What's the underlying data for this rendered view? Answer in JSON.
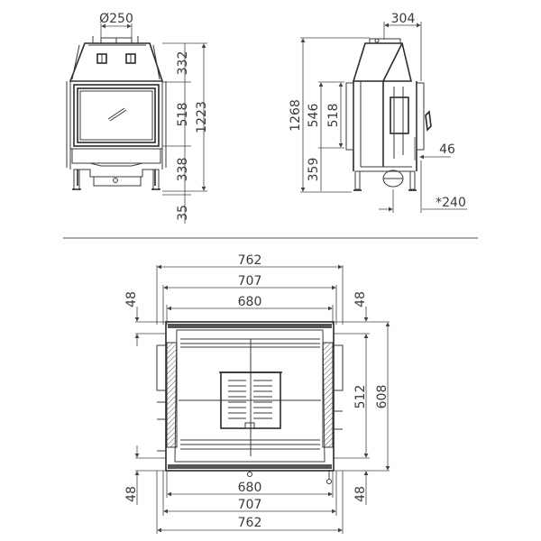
{
  "front_view": {
    "flue_diameter": "Ø250",
    "dim_top": "332",
    "dim_glass": "518",
    "dim_bottom": "338",
    "dim_total": "1223",
    "dim_legs": "35"
  },
  "side_view": {
    "dim_depth_top": "304",
    "dim_total": "1268",
    "dim_outer_door": "546",
    "dim_glass": "518",
    "dim_base": "359",
    "dim_handle": "46",
    "dim_flue_offset": "*240"
  },
  "plan_view": {
    "width_outer_top": "762",
    "width_mid_top": "707",
    "width_inner_top": "680",
    "width_inner_bottom": "680",
    "width_mid_bottom": "707",
    "width_outer_bottom": "762",
    "left_top": "48",
    "left_bottom": "48",
    "right_top": "48",
    "right_bottom": "48",
    "depth_inner": "512",
    "depth_outer": "608"
  }
}
